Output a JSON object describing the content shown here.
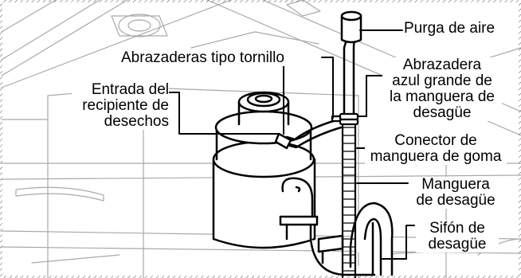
{
  "diagram": {
    "labels": {
      "air_gap": "Purga de aire",
      "screw_clamps": "Abrazaderas tipo tornillo",
      "disposer_inlet": [
        "Entrada del",
        "recipiente de",
        "desechos"
      ],
      "blue_clamp": [
        "Abrazadera",
        "azul grande de",
        "la manguera de",
        "desagüe"
      ],
      "rubber_connector": [
        "Conector de",
        "manguera de goma"
      ],
      "drain_hose": [
        "Manguera",
        "de desagüe"
      ],
      "drain_trap": [
        "Sifón de",
        "desagüe"
      ]
    }
  }
}
